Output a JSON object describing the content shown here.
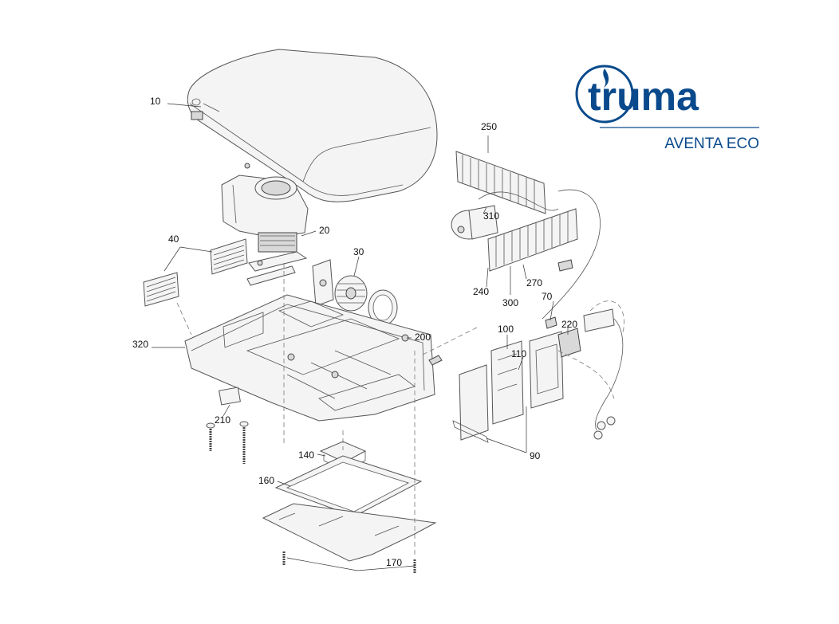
{
  "brand": {
    "name": "truma",
    "product": "AVENTA ECO",
    "color": "#0a4a8c",
    "icon": "flame-logo-icon"
  },
  "callouts": [
    {
      "id": "10",
      "label": "10"
    },
    {
      "id": "20",
      "label": "20"
    },
    {
      "id": "30",
      "label": "30"
    },
    {
      "id": "40",
      "label": "40"
    },
    {
      "id": "70",
      "label": "70"
    },
    {
      "id": "90",
      "label": "90"
    },
    {
      "id": "100",
      "label": "100"
    },
    {
      "id": "110",
      "label": "110"
    },
    {
      "id": "140",
      "label": "140"
    },
    {
      "id": "160",
      "label": "160"
    },
    {
      "id": "170",
      "label": "170"
    },
    {
      "id": "200",
      "label": "200"
    },
    {
      "id": "210",
      "label": "210"
    },
    {
      "id": "220",
      "label": "220"
    },
    {
      "id": "240",
      "label": "240"
    },
    {
      "id": "250",
      "label": "250"
    },
    {
      "id": "270",
      "label": "270"
    },
    {
      "id": "300",
      "label": "300"
    },
    {
      "id": "310",
      "label": "310"
    },
    {
      "id": "320",
      "label": "320"
    }
  ]
}
